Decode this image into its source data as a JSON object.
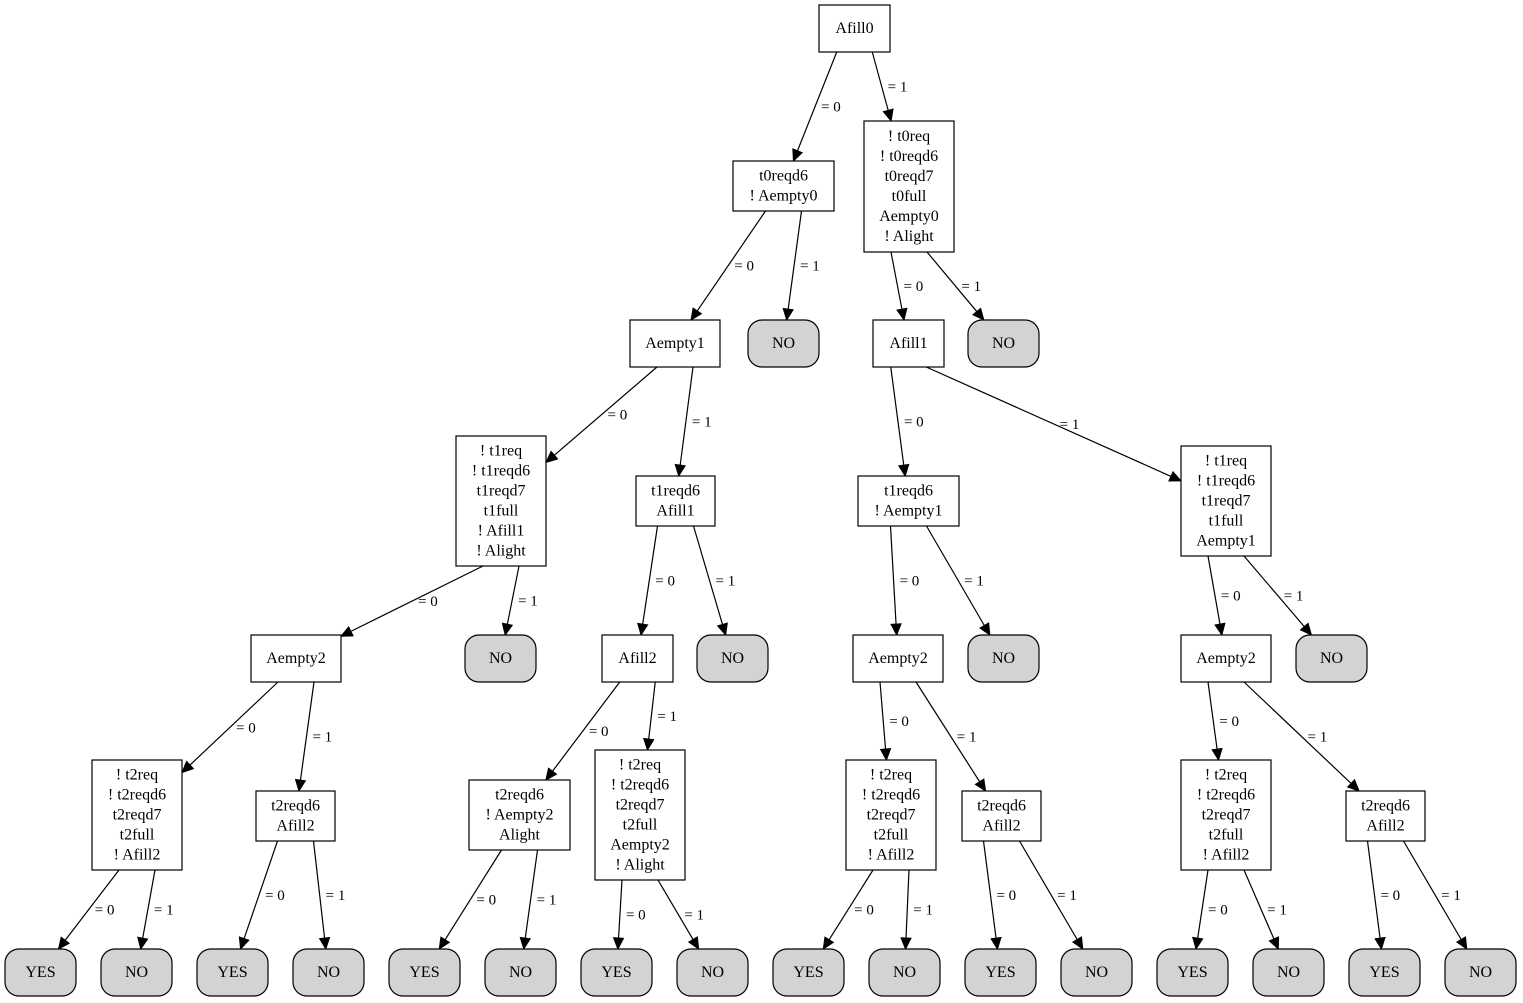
{
  "nodes": {
    "n0": {
      "lines": [
        "Afill0"
      ]
    },
    "n1": {
      "lines": [
        "t0reqd6",
        "! Aempty0"
      ]
    },
    "n2": {
      "lines": [
        "! t0req",
        "! t0reqd6",
        "t0reqd7",
        "t0full",
        "Aempty0",
        "! Alight"
      ]
    },
    "n3": {
      "lines": [
        "Aempty1"
      ]
    },
    "n4": {
      "lines": [
        "NO"
      ]
    },
    "n5": {
      "lines": [
        "Afill1"
      ]
    },
    "n6": {
      "lines": [
        "NO"
      ]
    },
    "n7": {
      "lines": [
        "! t1req",
        "! t1reqd6",
        "t1reqd7",
        "t1full",
        "! Afill1",
        "! Alight"
      ]
    },
    "n8": {
      "lines": [
        "t1reqd6",
        "Afill1"
      ]
    },
    "n9": {
      "lines": [
        "t1reqd6",
        "! Aempty1"
      ]
    },
    "n10": {
      "lines": [
        "! t1req",
        "! t1reqd6",
        "t1reqd7",
        "t1full",
        "Aempty1"
      ]
    },
    "n11": {
      "lines": [
        "Aempty2"
      ]
    },
    "n12": {
      "lines": [
        "NO"
      ]
    },
    "n13": {
      "lines": [
        "Afill2"
      ]
    },
    "n14": {
      "lines": [
        "NO"
      ]
    },
    "n15": {
      "lines": [
        "Aempty2"
      ]
    },
    "n16": {
      "lines": [
        "NO"
      ]
    },
    "n17": {
      "lines": [
        "Aempty2"
      ]
    },
    "n18": {
      "lines": [
        "NO"
      ]
    },
    "n19": {
      "lines": [
        "! t2req",
        "! t2reqd6",
        "t2reqd7",
        "t2full",
        "! Afill2"
      ]
    },
    "n20": {
      "lines": [
        "t2reqd6",
        "Afill2"
      ]
    },
    "n21": {
      "lines": [
        "t2reqd6",
        "! Aempty2",
        "Alight"
      ]
    },
    "n22": {
      "lines": [
        "! t2req",
        "! t2reqd6",
        "t2reqd7",
        "t2full",
        "Aempty2",
        "! Alight"
      ]
    },
    "n23": {
      "lines": [
        "! t2req",
        "! t2reqd6",
        "t2reqd7",
        "t2full",
        "! Afill2"
      ]
    },
    "n24": {
      "lines": [
        "t2reqd6",
        "Afill2"
      ]
    },
    "n25": {
      "lines": [
        "! t2req",
        "! t2reqd6",
        "t2reqd7",
        "t2full",
        "! Afill2"
      ]
    },
    "n26": {
      "lines": [
        "t2reqd6",
        "Afill2"
      ]
    },
    "l0": {
      "lines": [
        "YES"
      ]
    },
    "l1": {
      "lines": [
        "NO"
      ]
    },
    "l2": {
      "lines": [
        "YES"
      ]
    },
    "l3": {
      "lines": [
        "NO"
      ]
    },
    "l4": {
      "lines": [
        "YES"
      ]
    },
    "l5": {
      "lines": [
        "NO"
      ]
    },
    "l6": {
      "lines": [
        "YES"
      ]
    },
    "l7": {
      "lines": [
        "NO"
      ]
    },
    "l8": {
      "lines": [
        "YES"
      ]
    },
    "l9": {
      "lines": [
        "NO"
      ]
    },
    "l10": {
      "lines": [
        "YES"
      ]
    },
    "l11": {
      "lines": [
        "NO"
      ]
    },
    "l12": {
      "lines": [
        "YES"
      ]
    },
    "l13": {
      "lines": [
        "NO"
      ]
    },
    "l14": {
      "lines": [
        "YES"
      ]
    },
    "l15": {
      "lines": [
        "NO"
      ]
    }
  },
  "edges": [
    {
      "from": "n0",
      "to": "n1",
      "label": "= 0"
    },
    {
      "from": "n0",
      "to": "n2",
      "label": "= 1"
    },
    {
      "from": "n1",
      "to": "n3",
      "label": "= 0"
    },
    {
      "from": "n1",
      "to": "n4",
      "label": "= 1"
    },
    {
      "from": "n2",
      "to": "n5",
      "label": "= 0"
    },
    {
      "from": "n2",
      "to": "n6",
      "label": "= 1"
    },
    {
      "from": "n3",
      "to": "n7",
      "label": "= 0"
    },
    {
      "from": "n3",
      "to": "n8",
      "label": "= 1"
    },
    {
      "from": "n5",
      "to": "n9",
      "label": "= 0"
    },
    {
      "from": "n5",
      "to": "n10",
      "label": "= 1"
    },
    {
      "from": "n7",
      "to": "n11",
      "label": "= 0"
    },
    {
      "from": "n7",
      "to": "n12",
      "label": "= 1"
    },
    {
      "from": "n8",
      "to": "n13",
      "label": "= 0"
    },
    {
      "from": "n8",
      "to": "n14",
      "label": "= 1"
    },
    {
      "from": "n9",
      "to": "n15",
      "label": "= 0"
    },
    {
      "from": "n9",
      "to": "n16",
      "label": "= 1"
    },
    {
      "from": "n10",
      "to": "n17",
      "label": "= 0"
    },
    {
      "from": "n10",
      "to": "n18",
      "label": "= 1"
    },
    {
      "from": "n11",
      "to": "n19",
      "label": "= 0"
    },
    {
      "from": "n11",
      "to": "n20",
      "label": "= 1"
    },
    {
      "from": "n13",
      "to": "n21",
      "label": "= 0"
    },
    {
      "from": "n13",
      "to": "n22",
      "label": "= 1"
    },
    {
      "from": "n15",
      "to": "n23",
      "label": "= 0"
    },
    {
      "from": "n15",
      "to": "n24",
      "label": "= 1"
    },
    {
      "from": "n17",
      "to": "n25",
      "label": "= 0"
    },
    {
      "from": "n17",
      "to": "n26",
      "label": "= 1"
    },
    {
      "from": "n19",
      "to": "l0",
      "label": "= 0"
    },
    {
      "from": "n19",
      "to": "l1",
      "label": "= 1"
    },
    {
      "from": "n20",
      "to": "l2",
      "label": "= 0"
    },
    {
      "from": "n20",
      "to": "l3",
      "label": "= 1"
    },
    {
      "from": "n21",
      "to": "l4",
      "label": "= 0"
    },
    {
      "from": "n21",
      "to": "l5",
      "label": "= 1"
    },
    {
      "from": "n22",
      "to": "l6",
      "label": "= 0"
    },
    {
      "from": "n22",
      "to": "l7",
      "label": "= 1"
    },
    {
      "from": "n23",
      "to": "l8",
      "label": "= 0"
    },
    {
      "from": "n23",
      "to": "l9",
      "label": "= 1"
    },
    {
      "from": "n24",
      "to": "l10",
      "label": "= 0"
    },
    {
      "from": "n24",
      "to": "l11",
      "label": "= 1"
    },
    {
      "from": "n25",
      "to": "l12",
      "label": "= 0"
    },
    {
      "from": "n25",
      "to": "l13",
      "label": "= 1"
    },
    {
      "from": "n26",
      "to": "l14",
      "label": "= 0"
    },
    {
      "from": "n26",
      "to": "l15",
      "label": "= 1"
    }
  ]
}
